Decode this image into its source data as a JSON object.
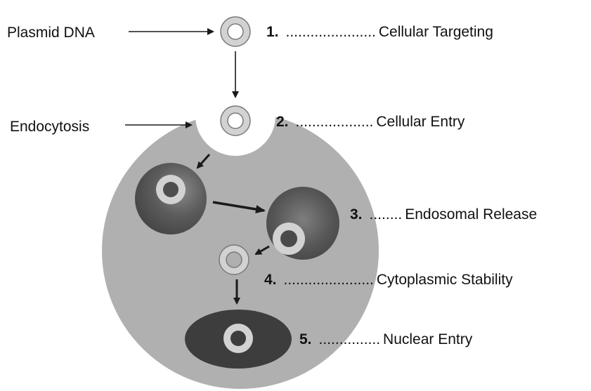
{
  "labels": {
    "plasmid": "Plasmid DNA",
    "endocytosis": "Endocytosis"
  },
  "steps": [
    {
      "number": "1.",
      "dots": "......................",
      "label": "Cellular Targeting"
    },
    {
      "number": "2.",
      "dots": "...................",
      "label": "Cellular Entry"
    },
    {
      "number": "3.",
      "dots": "........",
      "label": "Endosomal Release"
    },
    {
      "number": "4.",
      "dots": "......................",
      "label": "Cytoplasmic Stability"
    },
    {
      "number": "5.",
      "dots": "...............",
      "label": "Nuclear Entry"
    }
  ],
  "colors": {
    "cell": "#b0b0b0",
    "endosome": "#5a5a5a",
    "nucleus": "#3d3d3d",
    "plasmid_ring": "#d2d2d2",
    "arrow": "#1a1a1a"
  }
}
